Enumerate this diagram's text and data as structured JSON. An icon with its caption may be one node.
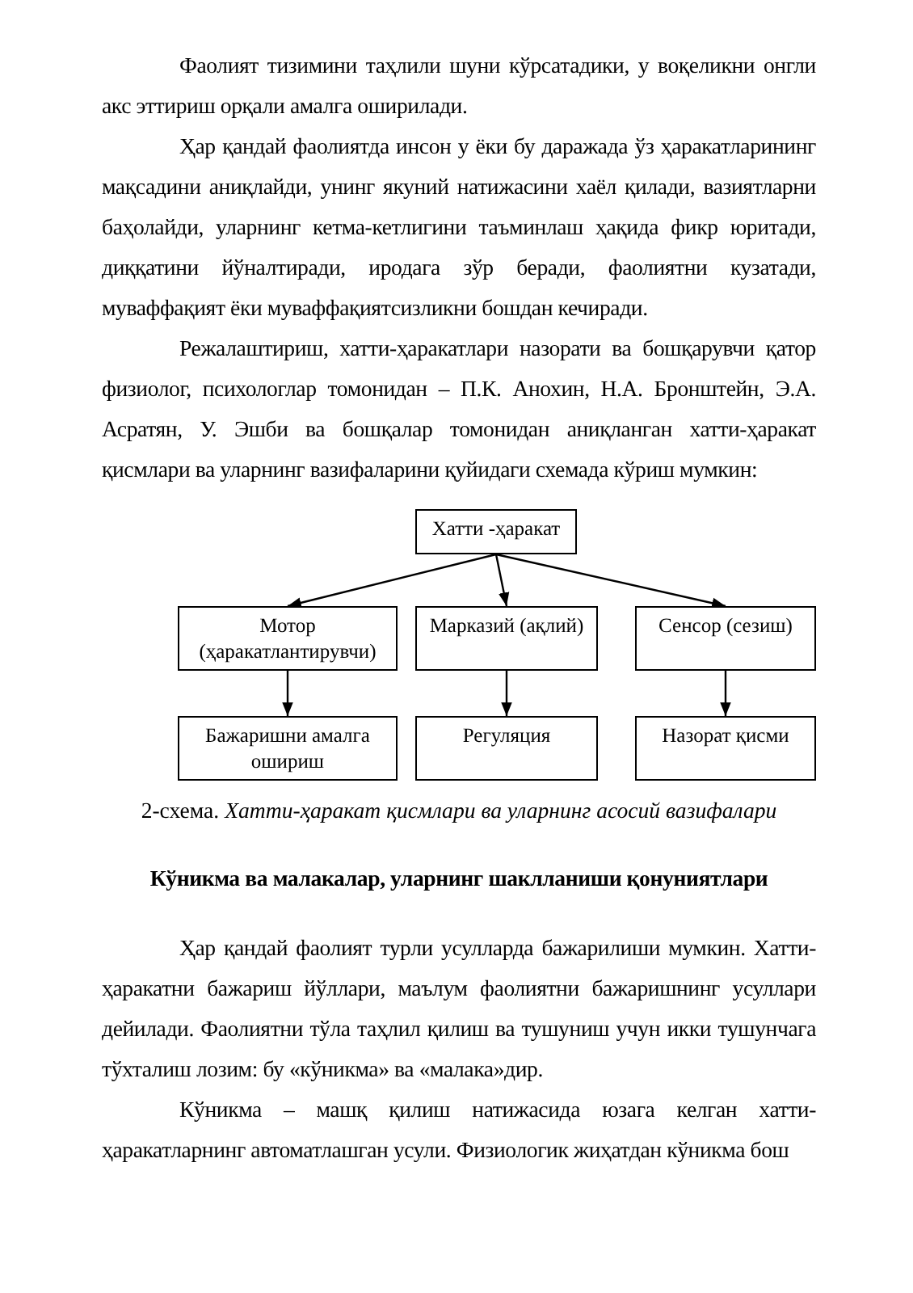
{
  "diagram": {
    "caption": "2-схема. *Хатти-ҳаракат қисмлари ва уларнинг асосий вазифалари*",
    "nodes": [
      {
        "text": [
          "Хатти -ҳаракат"
        ]
      },
      {
        "text": [
          "Мотор (ҳаракатлантирувчи)"
        ]
      },
      {
        "text": [
          "Марказий (ақлий)"
        ]
      },
      {
        "text": [
          "Сенсор (сезиш)"
        ]
      },
      {
        "text": [
          "Бажаришни амалга ошириш"
        ]
      },
      {
        "text": [
          "Регуляция"
        ]
      },
      {
        "text": [
          "Назорат қисми"
        ]
      }
    ],
    "edges": [
      {
        "from": 0,
        "to": 1,
        "arrow": "to"
      },
      {
        "from": 0,
        "to": 2,
        "arrow": "to"
      },
      {
        "from": 0,
        "to": 3,
        "arrow": "to"
      },
      {
        "from": 1,
        "to": 4,
        "arrow": "to"
      },
      {
        "from": 2,
        "to": 5,
        "arrow": "to"
      },
      {
        "from": 3,
        "to": 6,
        "arrow": "to"
      }
    ],
    "labels": [
      "Фаолият тизимини таҳлили шуни кўрсатадики, у воқеликни онгли акс эттириш орқали амалга оширилади.",
      "Ҳар қандай фаолиятда инсон у ёки бу даражада ўз ҳаракатларининг мақсадини аниқлайди, унинг якуний натижасини хаёл қилади, вазиятларни баҳолайди, уларнинг кетма-кетлигини таъминлаш ҳақида фикр юритади, диққатини йўналтиради, иродага зўр беради, фаолиятни кузатади, муваффақият ёки муваффақиятсизликни бошдан кечиради.",
      "Режалаштириш, хатти-ҳаракатлари назорати ва бошқарувчи қатор физиолог, психологлар томонидан – П.К. Анохин, Н.А. Бронштейн, Э.А. Асратян, У. Эшби ва бошқалар томонидан аниқланган хатти-ҳаракат қисмлари ва уларнинг вазифаларини қуйидаги схемада кўриш мумкин:",
      "Кўникма ва малакалар, уларнинг шаклланиши қонуниятлари",
      "Ҳар қандай фаолият турли усулларда бажарилиши мумкин. Хатти-ҳаракатни бажариш йўллари, маълум фаолиятни бажаришнинг усуллари дейилади. Фаолиятни тўла таҳлил қилиш ва тушуниш учун икки тушунчага тўхталиш лозим: бу «кўникма» ва «малака»дир.",
      "Кўникма – машқ қилиш натижасида юзага келган хатти-ҳаракатларнинг автоматлашган усули. Физиологик жиҳатдан кўникма бош"
    ]
  }
}
